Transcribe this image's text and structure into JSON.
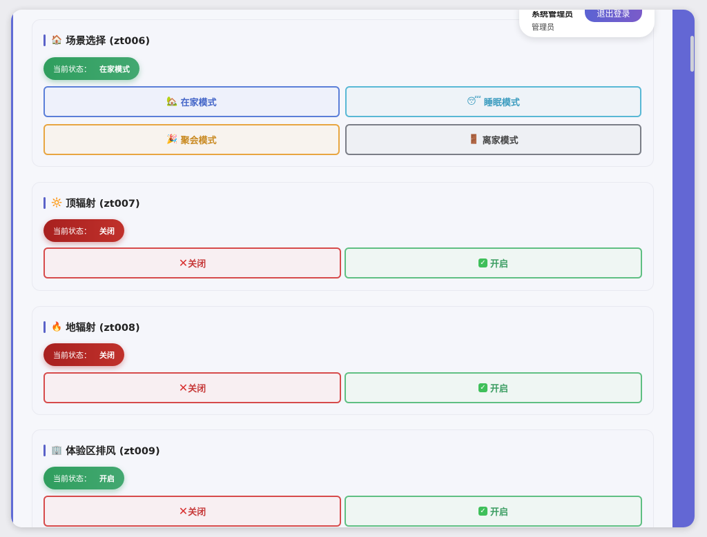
{
  "user": {
    "name": "系统管理员",
    "role": "管理员",
    "logout_label": "退出登录"
  },
  "status_prefix": "当前状态：",
  "cards": [
    {
      "title": "场景选择 (zt006)",
      "icon": "🏠",
      "status": "在家模式",
      "buttons": [
        {
          "icon": "🏡",
          "label": "在家模式"
        },
        {
          "icon": "😴",
          "label": "睡眠模式"
        },
        {
          "icon": "🎉",
          "label": "聚会模式"
        },
        {
          "icon": "🚪",
          "label": "离家模式"
        }
      ]
    },
    {
      "title": "顶辐射 (zt007)",
      "icon": "🔆",
      "status": "关闭",
      "off_label": "关闭",
      "on_label": "开启"
    },
    {
      "title": "地辐射 (zt008)",
      "icon": "🔥",
      "status": "关闭",
      "off_label": "关闭",
      "on_label": "开启"
    },
    {
      "title": "体验区排风 (zt009)",
      "icon": "🏢",
      "status": "开启",
      "off_label": "关闭",
      "on_label": "开启"
    }
  ],
  "colors": {
    "accent": "#6367d4",
    "status_on": "#2f9e5e",
    "status_off": "#b0241f"
  }
}
